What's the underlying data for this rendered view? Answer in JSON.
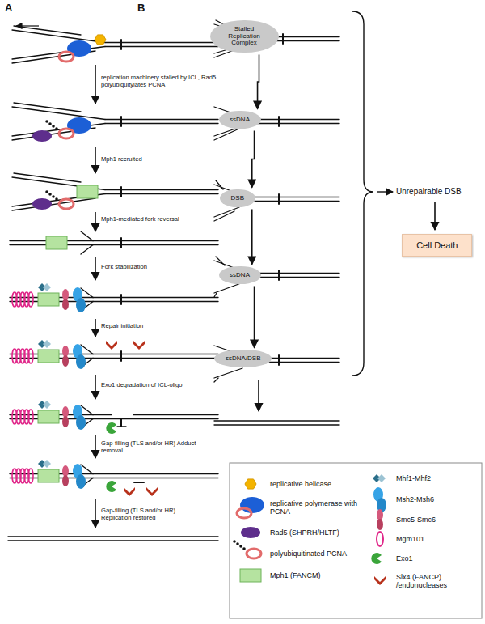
{
  "diagram": {
    "nodes": [
      {
        "text": [
          "Stalled Replication Complex"
        ]
      },
      {
        "text": [
          "ssDNA"
        ]
      },
      {
        "text": [
          "DSB"
        ]
      },
      {
        "text": [
          "ssDNA"
        ]
      },
      {
        "text": [
          "ssDNA/DSB"
        ]
      },
      {
        "text": [
          "Cell Death"
        ]
      }
    ],
    "edges": [
      {
        "from": 0,
        "to": 1,
        "arrow": "to"
      },
      {
        "from": 1,
        "to": 2,
        "arrow": "to"
      },
      {
        "from": 2,
        "to": 3,
        "arrow": "to"
      },
      {
        "from": 3,
        "to": 4,
        "arrow": "to"
      }
    ],
    "labels": [
      "A",
      "B",
      "replication machinery stalled by ICL, Rad5 polyubiquitylates PCNA",
      "Mph1 recruited",
      "Mph1-mediated fork reversal",
      "Fork stabilization",
      "Repair initiation",
      "Exo1 degradation of ICL-oligo",
      "Gap-filling (TLS and/or HR) Adduct removal",
      "Gap-filling (TLS and/or HR) Replication restored",
      "Unrepairable DSB"
    ],
    "legend": [
      {
        "text": "replicative helicase"
      },
      {
        "text": "replicative polymerase with PCNA"
      },
      {
        "text": "Rad5 (SHPRH/HLTF)"
      },
      {
        "text": "polyubiquitinated PCNA"
      },
      {
        "text": "Mph1 (FANCM)"
      },
      {
        "text": "Mhf1-Mhf2"
      },
      {
        "text": "Msh2-Msh6"
      },
      {
        "text": "Smc5-Smc6"
      },
      {
        "text": "Mgm101"
      },
      {
        "text": "Exo1"
      },
      {
        "text": "Slx4 (FANCP) /endonucleases"
      }
    ]
  }
}
